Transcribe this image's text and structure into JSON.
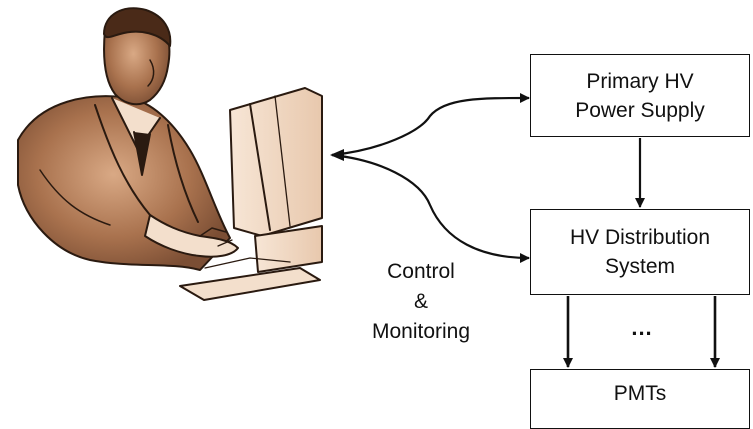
{
  "diagram": {
    "boxes": {
      "primary_hv": "Primary HV\nPower Supply",
      "hv_distribution": "HV Distribution\nSystem",
      "pmts": "PMTs"
    },
    "labels": {
      "control_monitoring": "Control\n&\nMonitoring",
      "ellipsis": "..."
    },
    "illustration": "person-at-computer-clipart",
    "colors": {
      "line": "#111111",
      "skin_dark": "#9b6a4a",
      "skin_light": "#f3dfcc",
      "outline": "#2a1a10"
    }
  }
}
